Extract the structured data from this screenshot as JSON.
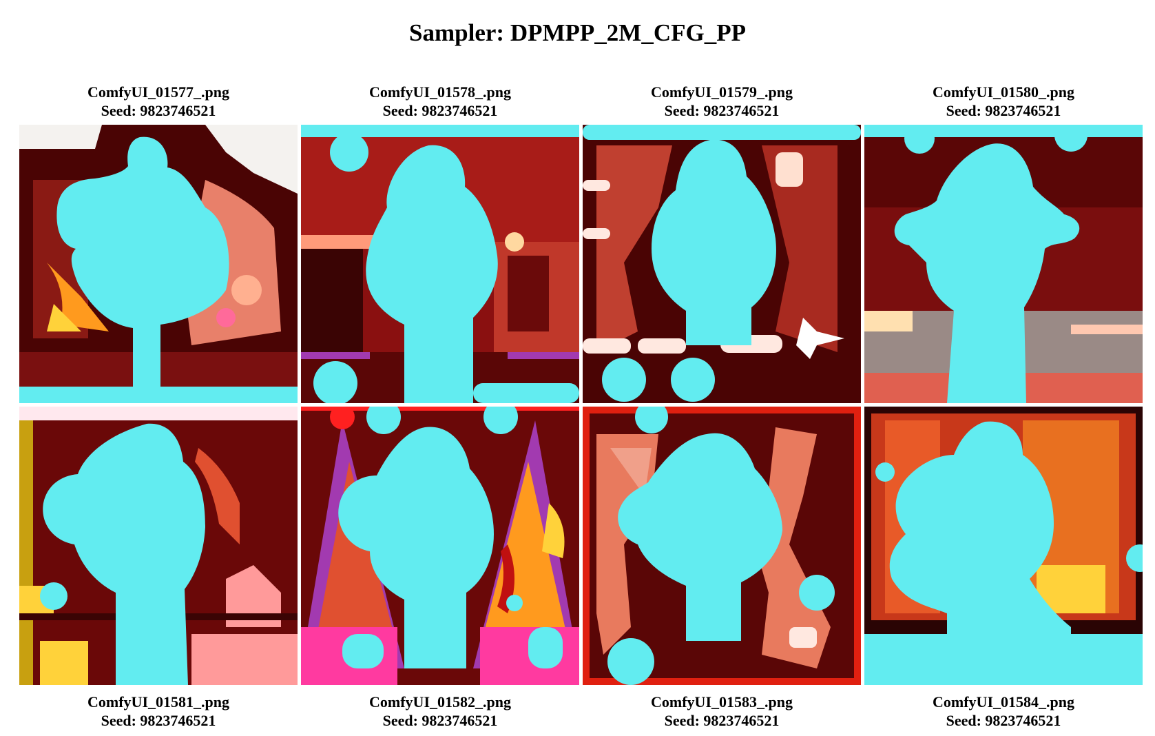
{
  "title": "Sampler: DPMPP_2M_CFG_PP",
  "grid": {
    "top_row": [
      {
        "filename": "ComfyUI_01577_.png",
        "seed": "Seed: 9823746521"
      },
      {
        "filename": "ComfyUI_01578_.png",
        "seed": "Seed: 9823746521"
      },
      {
        "filename": "ComfyUI_01579_.png",
        "seed": "Seed: 9823746521"
      },
      {
        "filename": "ComfyUI_01580_.png",
        "seed": "Seed: 9823746521"
      }
    ],
    "bottom_row": [
      {
        "filename": "ComfyUI_01581_.png",
        "seed": "Seed: 9823746521"
      },
      {
        "filename": "ComfyUI_01582_.png",
        "seed": "Seed: 9823746521"
      },
      {
        "filename": "ComfyUI_01583_.png",
        "seed": "Seed: 9823746521"
      },
      {
        "filename": "ComfyUI_01584_.png",
        "seed": "Seed: 9823746521"
      }
    ]
  },
  "colors": {
    "figure": "#62ecf0",
    "dark_red": "#5a0606",
    "red": "#b8181a",
    "salmon": "#e87a5e",
    "orange": "#ff9a1e",
    "yellow": "#ffd23a",
    "pink": "#ff3aa0",
    "purple": "#a23ab0",
    "grey": "#9a8a86",
    "white": "#f4f2ef"
  }
}
